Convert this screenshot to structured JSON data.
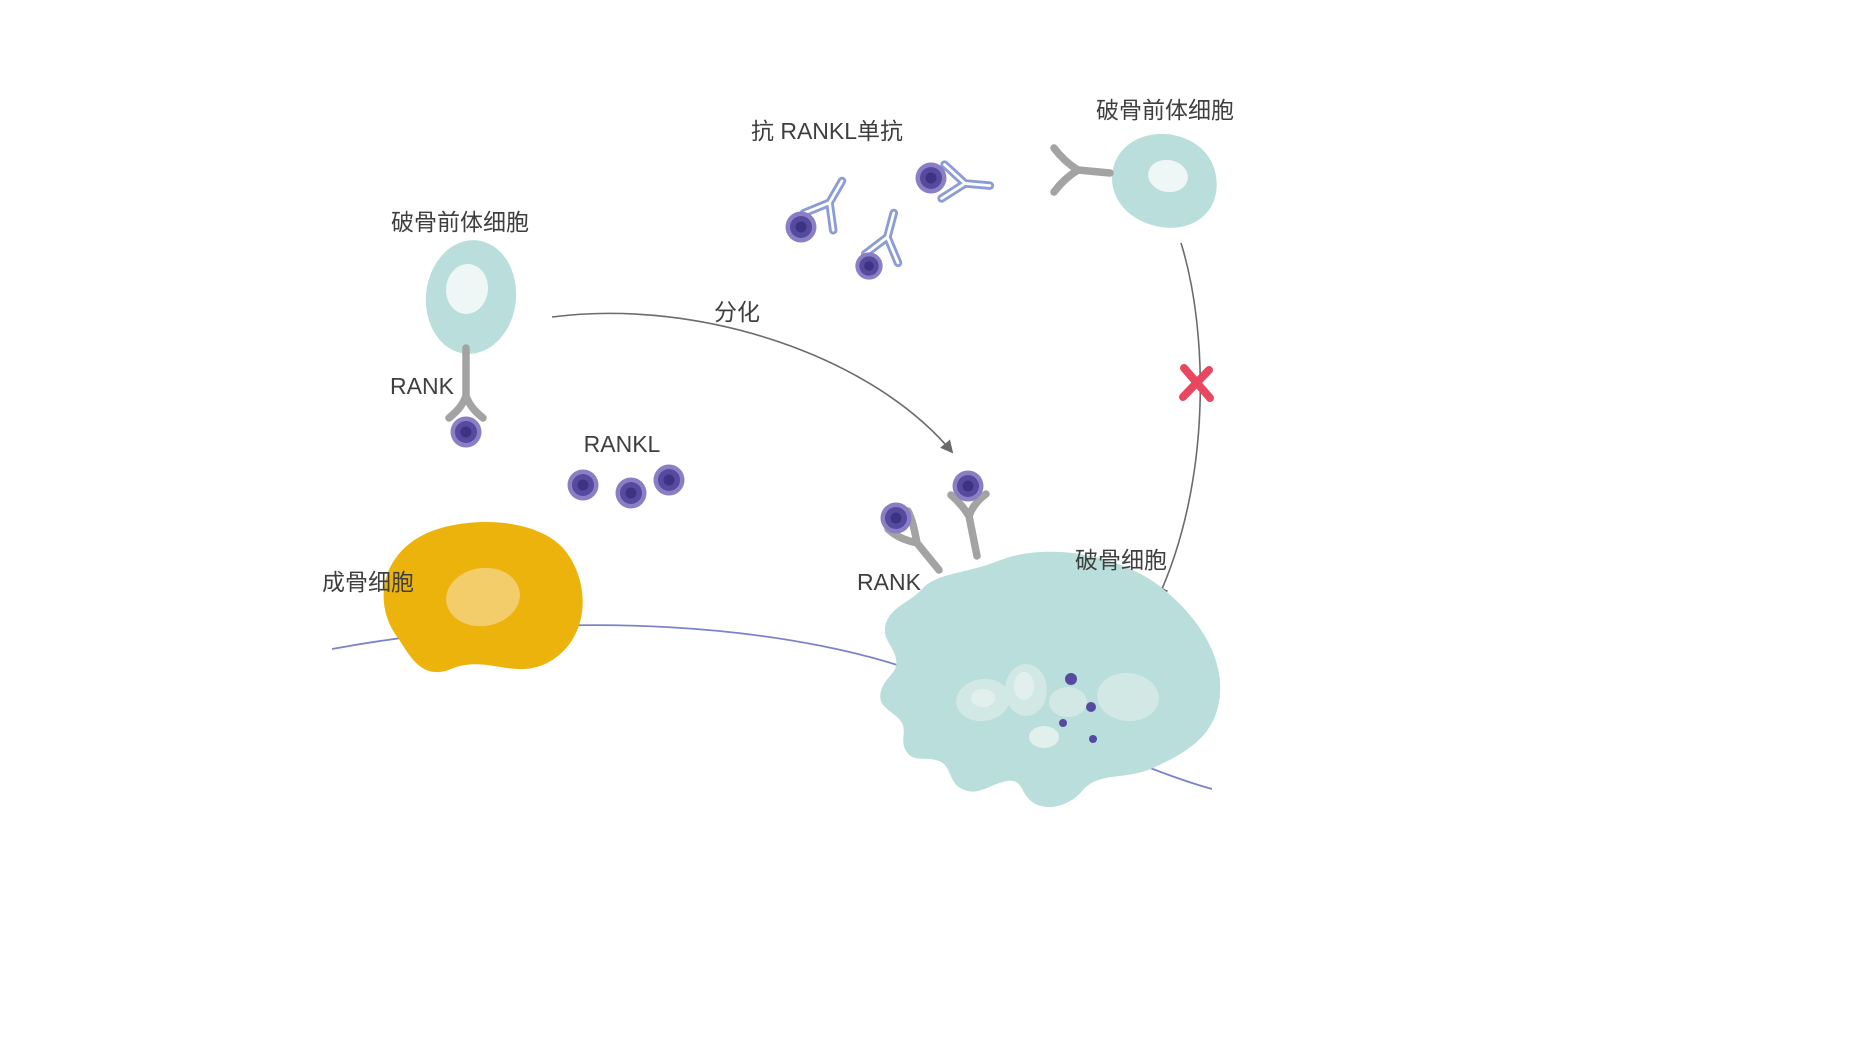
{
  "diagram": {
    "labels": {
      "precursor_left": "破骨前体细胞",
      "precursor_right": "破骨前体细胞",
      "anti_rankl_mab": "抗 RANKL单抗",
      "rank_left": "RANK",
      "rank_center": "RANK",
      "rankl": "RANKL",
      "differentiation": "分化",
      "osteoblast": "成骨细胞",
      "osteoclast": "破骨细胞"
    },
    "colors": {
      "background": "#ffffff",
      "cell_teal": "#b9dedb",
      "cell_nucleus": "#eef7f5",
      "osteoclast_nucleus": "#d2e8e4",
      "osteoclast_nucleus_light": "#e2f0ed",
      "osteoblast_yellow": "#edb30d",
      "osteoblast_nucleus": "#f2cd6a",
      "rankl_outer": "#8a7ec5",
      "rankl_mid": "#564a9e",
      "rankl_core": "#3d3383",
      "receptor_gray": "#a3a3a3",
      "antibody_blue": "#8b9cd6",
      "arrow_gray": "#6b6b6b",
      "block_red": "#e8475f",
      "bone_line_blue": "#7b84c9",
      "text": "#3f3f3f"
    }
  }
}
